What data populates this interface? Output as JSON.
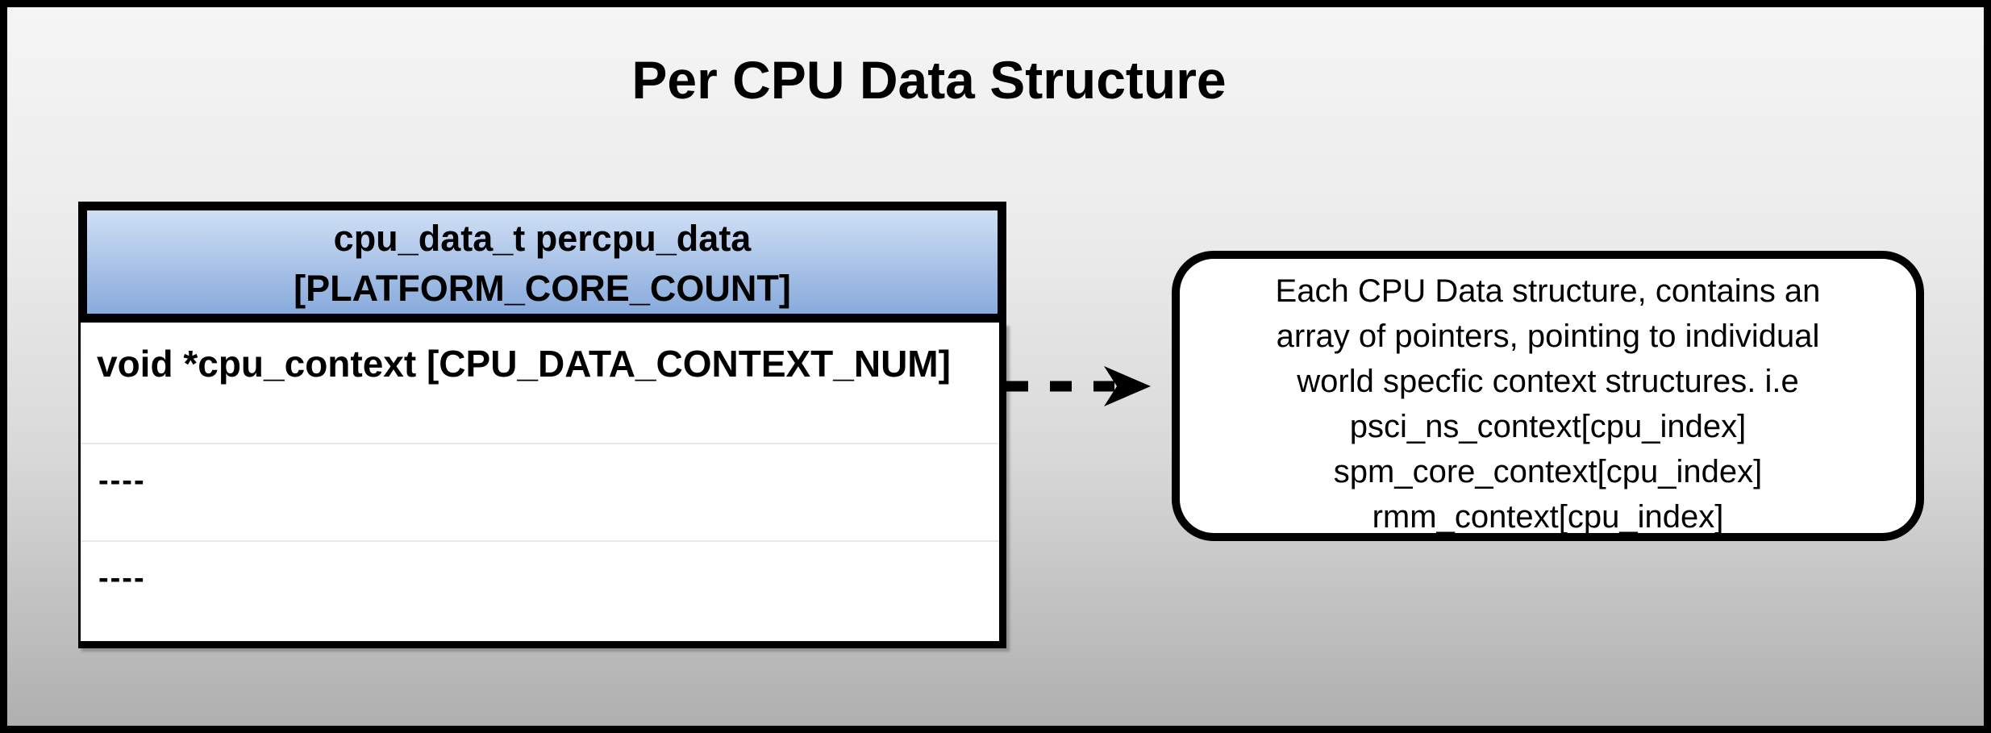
{
  "title": "Per CPU Data Structure",
  "table": {
    "header": {
      "line1": "cpu_data_t percpu_data",
      "line2": "[PLATFORM_CORE_COUNT]"
    },
    "rows": [
      {
        "label": "void *cpu_context [CPU_DATA_CONTEXT_NUM]"
      },
      {
        "label": "----"
      },
      {
        "label": "----"
      }
    ]
  },
  "connector": {
    "type": "dashed-arrow",
    "direction": "right",
    "from": "cpu_context row",
    "to": "note box"
  },
  "note": {
    "lines": [
      "Each CPU Data structure, contains an",
      "array of pointers, pointing to individual",
      "world specfic context structures. i.e",
      "psci_ns_context[cpu_index]",
      "spm_core_context[cpu_index]",
      "rmm_context[cpu_index]"
    ]
  },
  "colors": {
    "bg_grad_top": "#f5f5f5",
    "bg_grad_bottom": "#afafaf",
    "header_grad_top": "#cfdff4",
    "header_grad_bottom": "#88aadc",
    "border": "#000000",
    "row_divider": "#e9e9e9",
    "text": "#000000"
  }
}
